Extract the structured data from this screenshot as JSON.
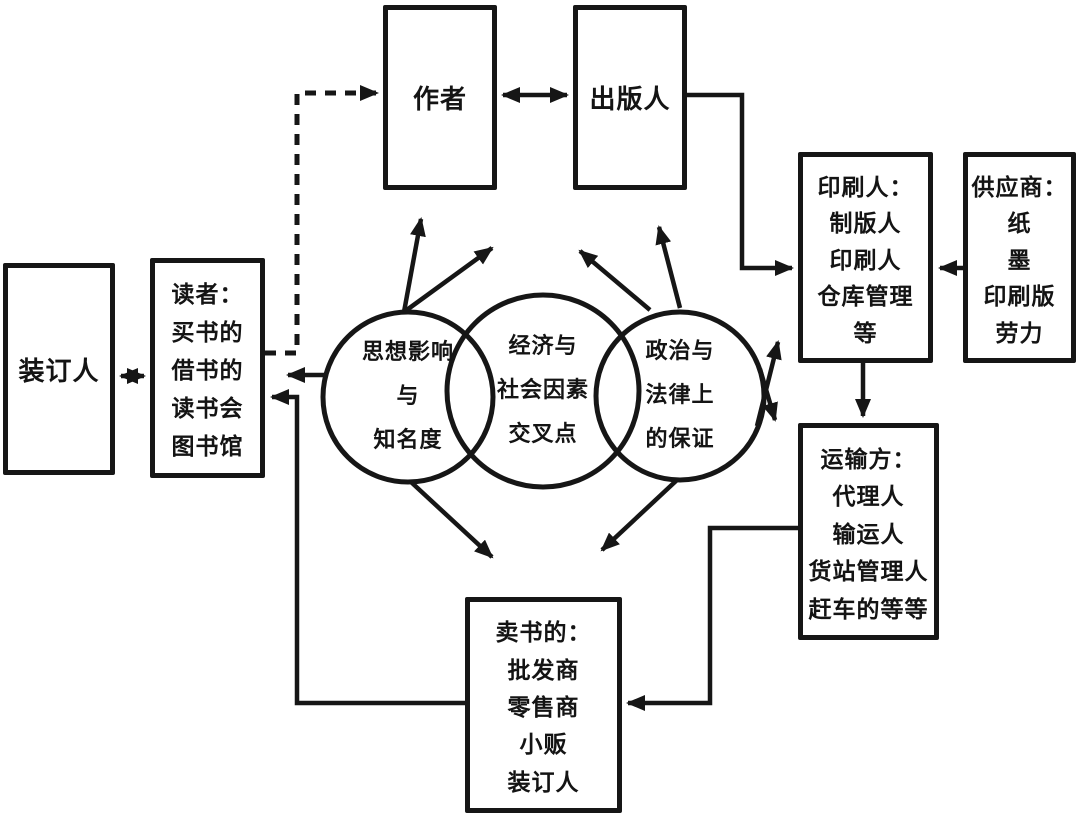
{
  "diagram": {
    "ink_color": "#161616",
    "background_color": "#ffffff"
  },
  "nodes": {
    "binder": {
      "lines": [
        "装订人"
      ]
    },
    "readers": {
      "lines": [
        "读者：",
        "买书的",
        "借书的",
        "读书会",
        "图书馆"
      ]
    },
    "author": {
      "lines": [
        "作者"
      ]
    },
    "publisher": {
      "lines": [
        "出版人"
      ]
    },
    "printer": {
      "lines": [
        "印刷人：",
        "制版人",
        "印刷人",
        "仓库管理",
        "等"
      ]
    },
    "supplier": {
      "lines": [
        "供应商：",
        "纸",
        "墨",
        "印刷版",
        "劳力"
      ]
    },
    "shipper": {
      "lines": [
        "运输方：",
        "代理人",
        "输运人",
        "货站管理人",
        "赶车的等等"
      ]
    },
    "bookseller": {
      "lines": [
        "卖书的：",
        "批发商",
        "零售商",
        "小贩",
        "装订人"
      ]
    }
  },
  "circles": {
    "intellectual": {
      "lines": [
        "思想影响",
        "与",
        "知名度"
      ]
    },
    "economic": {
      "lines": [
        "经济与",
        "社会因素",
        "交叉点"
      ]
    },
    "political": {
      "lines": [
        "政治与",
        "法律上",
        "的保证"
      ]
    }
  }
}
